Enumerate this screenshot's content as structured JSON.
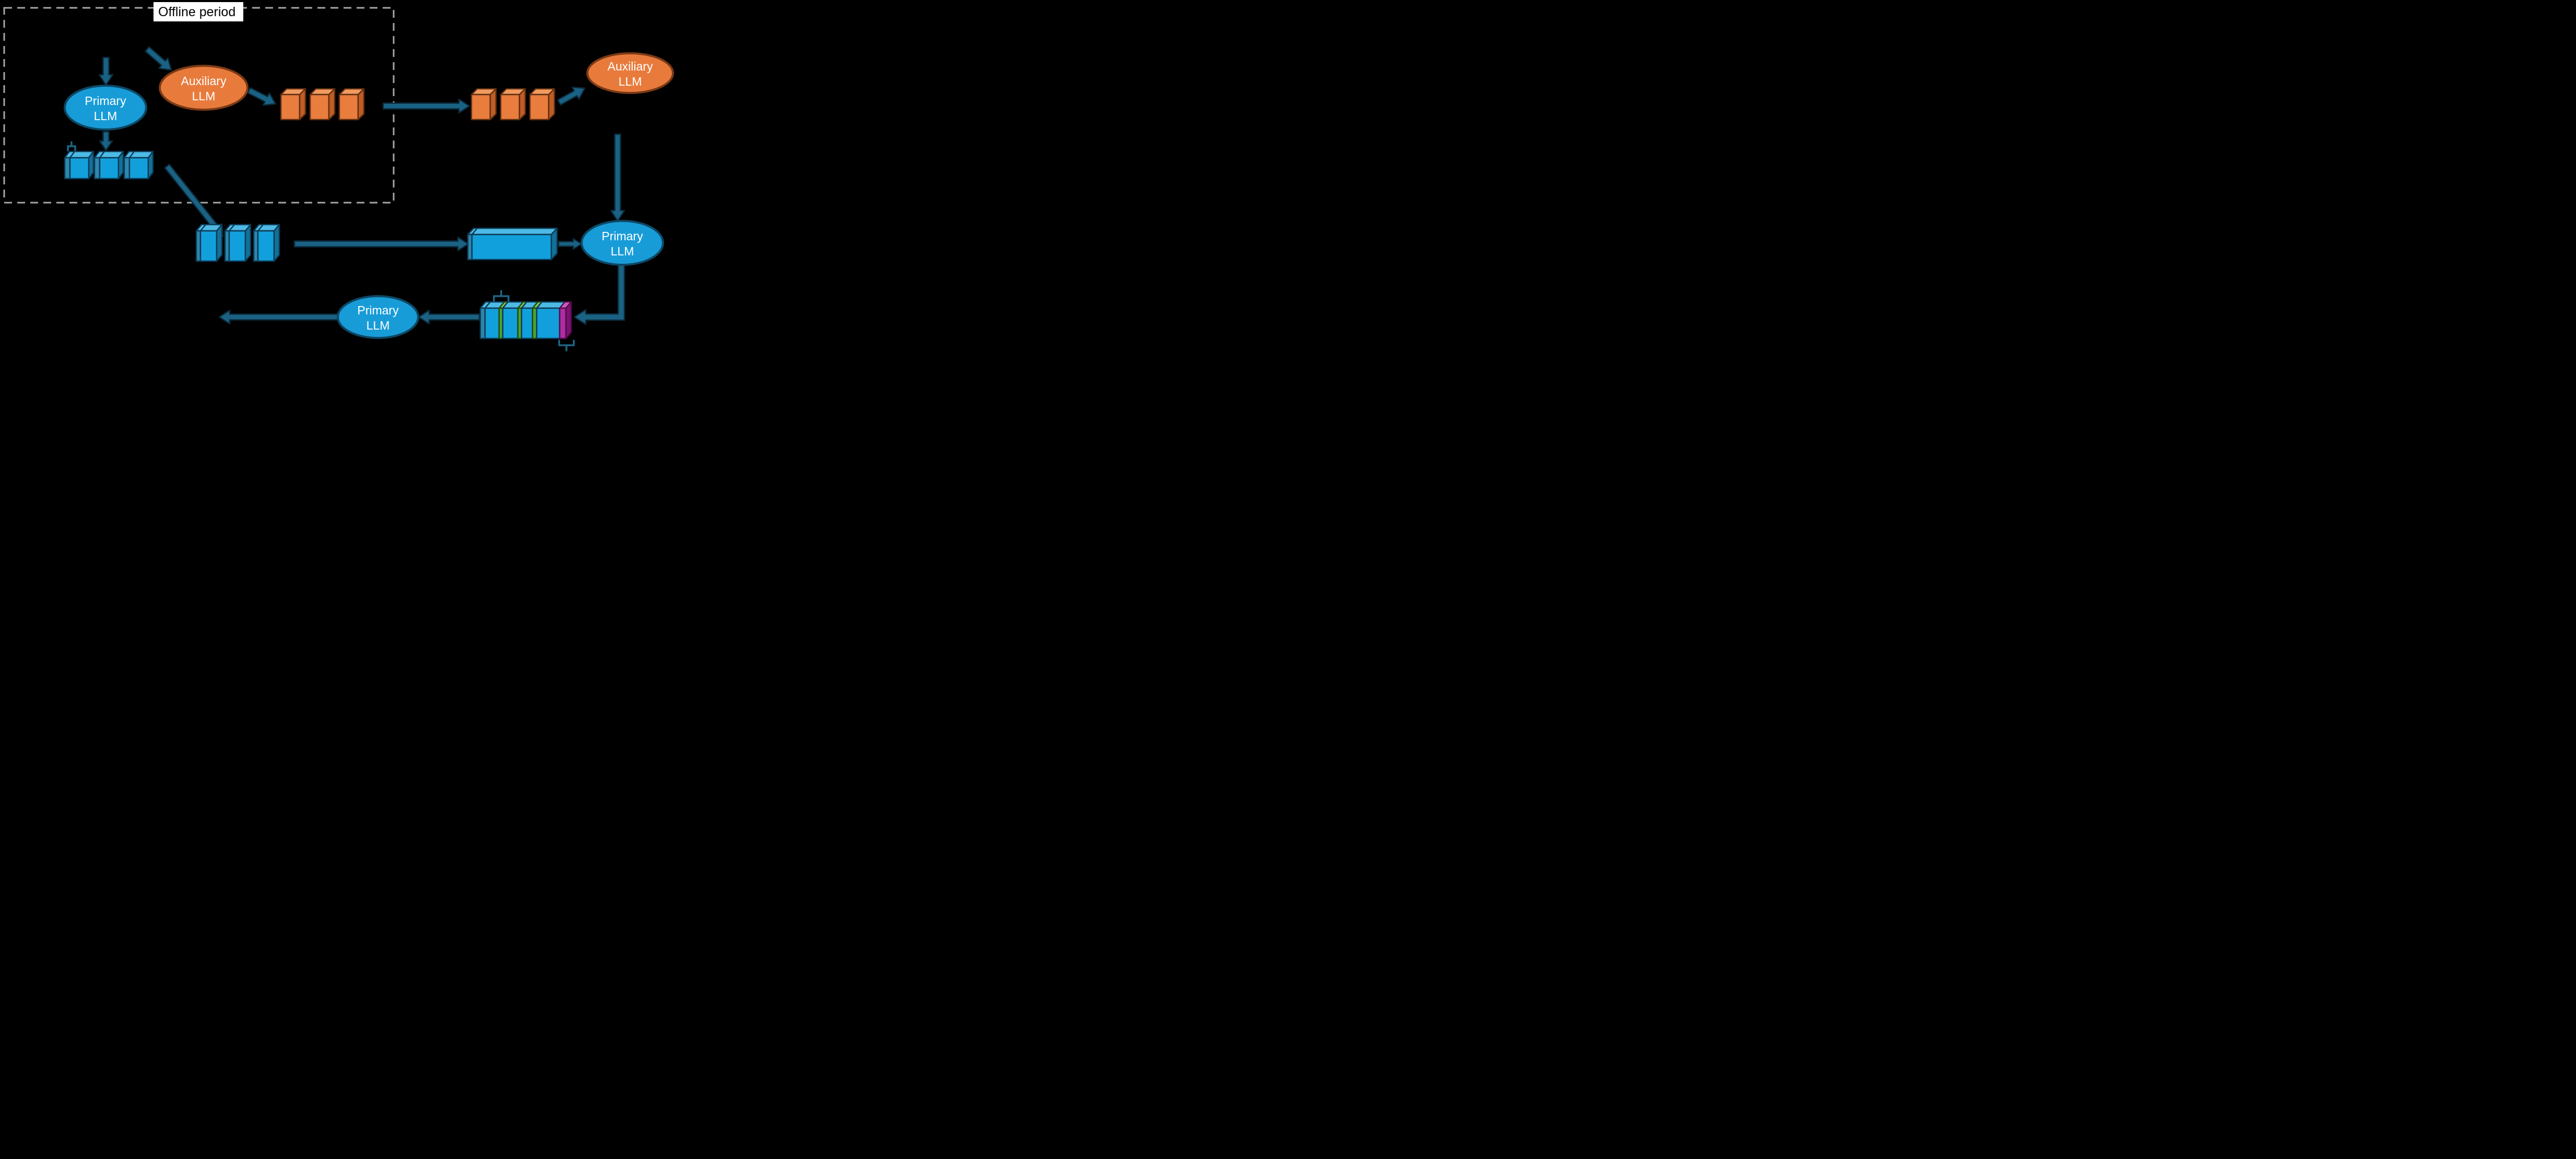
{
  "offline_region": {
    "label": "Offline period"
  },
  "nodes": {
    "primary_offline": {
      "line1": "Primary",
      "line2": "LLM"
    },
    "auxiliary_offline": {
      "line1": "Auxiliary",
      "line2": "LLM"
    },
    "auxiliary_online": {
      "line1": "Auxiliary",
      "line2": "LLM"
    },
    "primary_online": {
      "line1": "Primary",
      "line2": "LLM"
    },
    "primary_answer": {
      "line1": "Primary",
      "line2": "LLM"
    }
  },
  "colors": {
    "bg": "#000000",
    "dash_border": "#A6A6A6",
    "label_bg": "#FFFFFF",
    "label_text": "#000000",
    "node_text": "#FFFFFF",
    "primary_fill": "#189CD8",
    "primary_stroke": "#0E4763",
    "auxiliary_fill": "#E87B3C",
    "auxiliary_stroke": "#7B3A15",
    "arrow_fill": "#1A6283",
    "arrow_stroke": "#0B2B3D",
    "cube_blue_front": "#12A0DC",
    "cube_blue_top": "#4DBAE5",
    "cube_blue_side": "#117199",
    "cube_blue_edge": "#2E86AD",
    "cube_blue_stroke": "#0C3A55",
    "cube_orange_front": "#E87D3E",
    "cube_orange_top": "#F29B5F",
    "cube_orange_side": "#BF5D24",
    "cube_orange_stroke": "#5F2E10",
    "stripe_green": "#4CA52F",
    "stripe_green_top": "#79C454",
    "stripe_green_stroke": "#1F4A0D",
    "magenta_front": "#AC2F9E",
    "magenta_top": "#C75CB8",
    "magenta_side": "#7C1273",
    "magenta_stroke": "#55084C",
    "brace": "#1E6585"
  }
}
